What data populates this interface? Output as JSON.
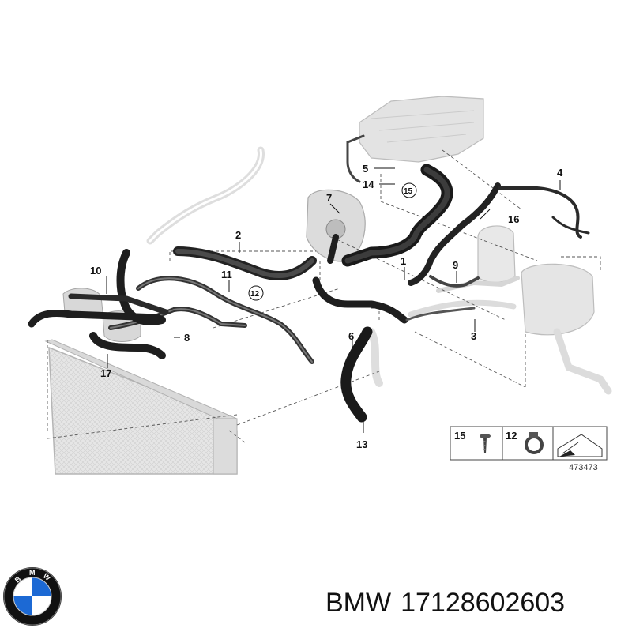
{
  "callouts": [
    {
      "id": "c1",
      "label": "1"
    },
    {
      "id": "c2",
      "label": "2"
    },
    {
      "id": "c3",
      "label": "3"
    },
    {
      "id": "c4",
      "label": "4"
    },
    {
      "id": "c5",
      "label": "5"
    },
    {
      "id": "c6",
      "label": "6"
    },
    {
      "id": "c7",
      "label": "7"
    },
    {
      "id": "c8",
      "label": "8"
    },
    {
      "id": "c9",
      "label": "9"
    },
    {
      "id": "c10",
      "label": "10"
    },
    {
      "id": "c11",
      "label": "11"
    },
    {
      "id": "c12",
      "label": "12"
    },
    {
      "id": "c13",
      "label": "13"
    },
    {
      "id": "c14",
      "label": "14"
    },
    {
      "id": "c15",
      "label": "15"
    },
    {
      "id": "c16",
      "label": "16"
    },
    {
      "id": "c17",
      "label": "17"
    }
  ],
  "legend": {
    "items": [
      {
        "label": "15",
        "icon": "screw-icon"
      },
      {
        "label": "12",
        "icon": "hose-clamp-icon"
      }
    ],
    "diagram_id": "473473"
  },
  "caption": {
    "brand": "BMW",
    "part_number": "17128602603"
  },
  "logo": {
    "name": "bmw-logo",
    "letters": "BMW",
    "colors": {
      "ring": "#111111",
      "blue": "#1c69d4",
      "white": "#ffffff"
    }
  }
}
